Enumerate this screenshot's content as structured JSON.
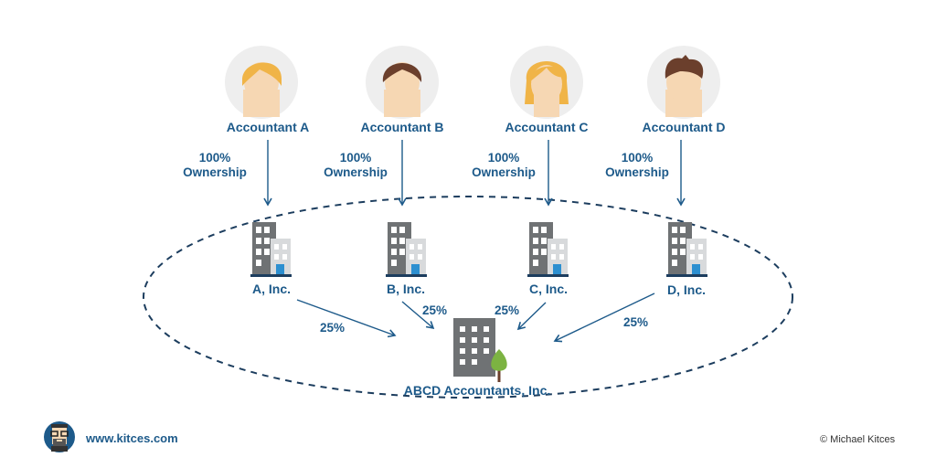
{
  "colors": {
    "primary": "#1d5a8a",
    "dashed_border": "#1c3d5e",
    "avatar_bg": "#eeeeee",
    "skin": "#f6d7b3",
    "hair_blonde": "#f0b447",
    "hair_brown": "#6b3f2c",
    "building_dark": "#6f7274",
    "building_light": "#d8dadc",
    "door": "#2c8fd0",
    "tree": "#7cb342"
  },
  "accountants": [
    {
      "name": "Accountant A",
      "ownership_pct": "100%",
      "ownership_word": "Ownership",
      "hair": "blonde-short",
      "entity": "A, Inc.",
      "stake": "25%"
    },
    {
      "name": "Accountant B",
      "ownership_pct": "100%",
      "ownership_word": "Ownership",
      "hair": "brown-short",
      "entity": "B, Inc.",
      "stake": "25%"
    },
    {
      "name": "Accountant C",
      "ownership_pct": "100%",
      "ownership_word": "Ownership",
      "hair": "blonde-long",
      "entity": "C, Inc.",
      "stake": "25%"
    },
    {
      "name": "Accountant D",
      "ownership_pct": "100%",
      "ownership_word": "Ownership",
      "hair": "brown-spiky",
      "entity": "D, Inc.",
      "stake": "25%"
    }
  ],
  "parent_entity": "ABCD Accountants, Inc.",
  "footer": {
    "website": "www.kitces.com",
    "copyright": "© Michael Kitces"
  }
}
